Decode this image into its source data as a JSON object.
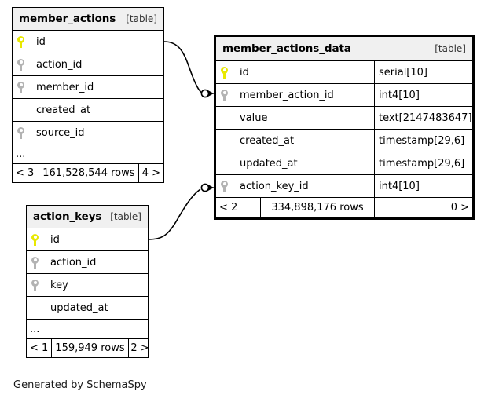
{
  "diagram": {
    "caption": "Generated by SchemaSpy",
    "table_tag": "[table]",
    "ellipsis": "...",
    "colors": {
      "primary_key": "#e8e800",
      "foreign_key": "#b3b3b3",
      "header_background": "#f0f0f0",
      "border": "#000000",
      "focal_border": "#000000"
    }
  },
  "tables": [
    {
      "name": "member_actions",
      "tag": "[table]",
      "focal": false,
      "columns": [
        {
          "name": "id",
          "key": "pk",
          "type": ""
        },
        {
          "name": "action_id",
          "key": "fk",
          "type": ""
        },
        {
          "name": "member_id",
          "key": "fk",
          "type": ""
        },
        {
          "name": "created_at",
          "key": "",
          "type": ""
        },
        {
          "name": "source_id",
          "key": "fk",
          "type": ""
        }
      ],
      "has_ellipsis": true,
      "footer": {
        "prev": "< 3",
        "rows": "161,528,544 rows",
        "next": "4 >"
      }
    },
    {
      "name": "member_actions_data",
      "tag": "[table]",
      "focal": true,
      "columns": [
        {
          "name": "id",
          "key": "pk",
          "type": "serial[10]"
        },
        {
          "name": "member_action_id",
          "key": "fk",
          "type": "int4[10]"
        },
        {
          "name": "value",
          "key": "",
          "type": "text[2147483647]"
        },
        {
          "name": "created_at",
          "key": "",
          "type": "timestamp[29,6]"
        },
        {
          "name": "updated_at",
          "key": "",
          "type": "timestamp[29,6]"
        },
        {
          "name": "action_key_id",
          "key": "fk",
          "type": "int4[10]"
        }
      ],
      "has_ellipsis": false,
      "footer": {
        "prev": "< 2",
        "rows": "334,898,176 rows",
        "next": "0 >"
      }
    },
    {
      "name": "action_keys",
      "tag": "[table]",
      "focal": false,
      "columns": [
        {
          "name": "id",
          "key": "pk",
          "type": ""
        },
        {
          "name": "action_id",
          "key": "fk",
          "type": ""
        },
        {
          "name": "key",
          "key": "fk",
          "type": ""
        },
        {
          "name": "updated_at",
          "key": "",
          "type": ""
        }
      ],
      "has_ellipsis": true,
      "footer": {
        "prev": "< 1",
        "rows": "159,949 rows",
        "next": "2 >"
      }
    }
  ],
  "relationships": [
    {
      "from_table": "member_actions",
      "from_column": "id",
      "to_table": "member_actions_data",
      "to_column": "member_action_id",
      "from_marker": "none",
      "to_marker": "zero-or-more"
    },
    {
      "from_table": "action_keys",
      "from_column": "id",
      "to_table": "member_actions_data",
      "to_column": "action_key_id",
      "from_marker": "none",
      "to_marker": "zero-or-more"
    }
  ]
}
